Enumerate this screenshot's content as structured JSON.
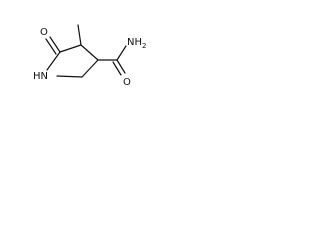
{
  "molecule": {
    "atoms": {
      "carbonyl_oxygen": "O",
      "ring_nitrogen": "HN",
      "amide_nitrogen": "NH",
      "amide_nitrogen_h_count": "2",
      "amide_oxygen": "O"
    }
  }
}
